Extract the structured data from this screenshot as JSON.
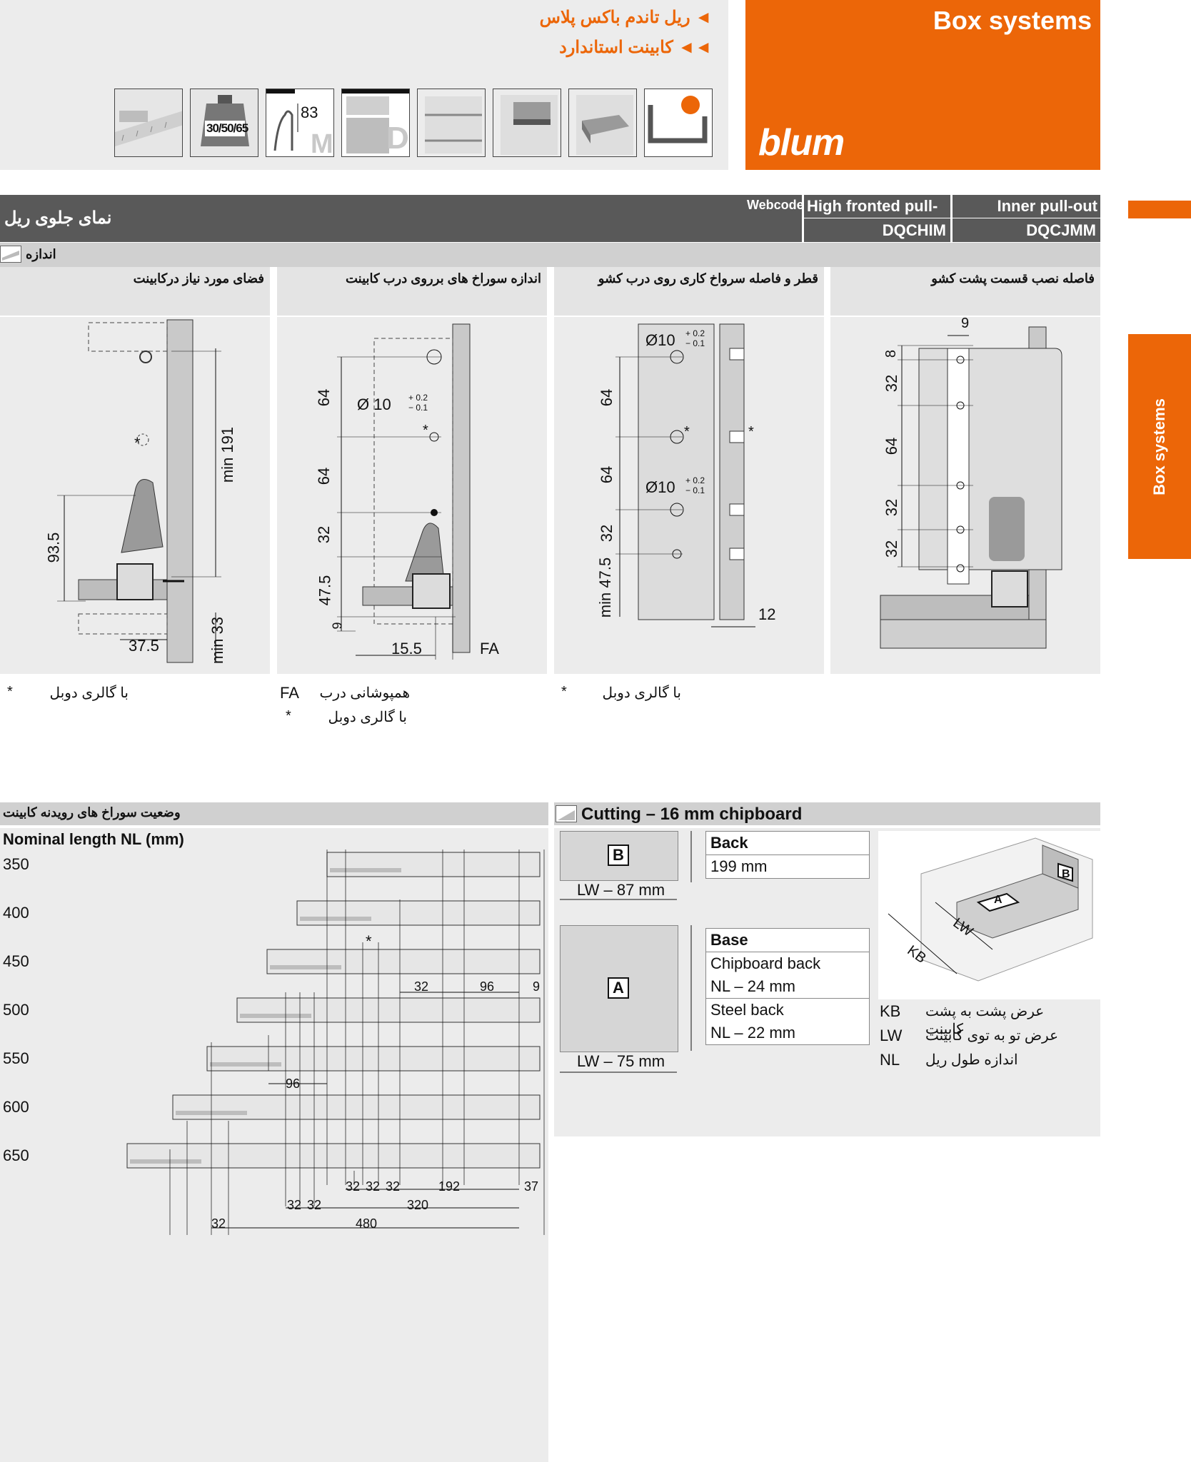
{
  "brand": {
    "title": "Box systems",
    "logo_text": "blum"
  },
  "breadcrumb": [
    {
      "marker": "◄",
      "label": "ریل تاندم باکس پلاس"
    },
    {
      "marker": "◄◄",
      "label": "کابینت استاندارد"
    }
  ],
  "icons": [
    {
      "name": "measuring-tape-icon",
      "text": ""
    },
    {
      "name": "weight-icon",
      "text": "30/50/65"
    },
    {
      "name": "height-m-icon",
      "text": "83",
      "letter": "M"
    },
    {
      "name": "height-d-icon",
      "text": "",
      "letter": "D"
    },
    {
      "name": "shelf-icon",
      "text": ""
    },
    {
      "name": "inner-drawer-icon",
      "text": ""
    },
    {
      "name": "drawer-pull-icon",
      "text": ""
    },
    {
      "name": "drawer-orange-dot-icon",
      "text": ""
    }
  ],
  "side_tab": {
    "label": "Box systems"
  },
  "header": {
    "section_title": "نمای جلوی ریل",
    "webcode_label": "Webcode",
    "col1_label": "High fronted pull-out",
    "col1_code": "DQCHIM",
    "col2_label": "Inner pull-out",
    "col2_code": "DQCJMM"
  },
  "sub_strip": {
    "label": "اندازه"
  },
  "columns": [
    {
      "title": "فضای مورد نیاز درکابینت",
      "dims": [
        "min 191",
        "93.5",
        "37.5",
        "min 33"
      ],
      "notes": [
        {
          "symbol": "*",
          "text": "با گالری دوبل"
        }
      ]
    },
    {
      "title": "اندازه سوراخ های برروی درب کابینت",
      "dims": [
        "64",
        "64",
        "32",
        "47.5",
        "9",
        "15.5",
        "FA",
        "Ø 10",
        "+ 0.2",
        "− 0.1"
      ],
      "notes": [
        {
          "symbol": "FA",
          "text": "همپوشانی درب"
        },
        {
          "symbol": "*",
          "text": "با گالری دوبل"
        }
      ]
    },
    {
      "title": "قطر و فاصله سرواخ کاری روی درب کشو",
      "dims": [
        "64",
        "64",
        "32",
        "min 47.5",
        "12",
        "Ø10",
        "Ø10",
        "+ 0.2",
        "− 0.1"
      ],
      "notes": [
        {
          "symbol": "*",
          "text": "با گالری دوبل"
        }
      ]
    },
    {
      "title": "فاصله نصب قسمت پشت کشو",
      "dims": [
        "9",
        "8",
        "32",
        "64",
        "32",
        "32"
      ],
      "notes": []
    }
  ],
  "holes": {
    "title": "وضعیت سوراخ های رویدنه کابینت",
    "subtitle": "Nominal length NL (mm)",
    "lengths": [
      "350",
      "400",
      "450",
      "500",
      "550",
      "600",
      "650"
    ],
    "dims": [
      "32",
      "96",
      "9",
      "96",
      "32",
      "32",
      "32",
      "192",
      "37",
      "32",
      "32",
      "320",
      "32",
      "480"
    ],
    "star": "*"
  },
  "cutting": {
    "title": "Cutting – 16 mm chipboard",
    "b_letter": "B",
    "b_dim": "LW – 87 mm",
    "back_title": "Back",
    "back_value": "199 mm",
    "a_letter": "A",
    "a_dim": "LW – 75 mm",
    "base_title": "Base",
    "base_rows": [
      "Chipboard back",
      "NL – 24 mm",
      "Steel back",
      "NL – 22 mm"
    ],
    "iso_labels": [
      "B",
      "A",
      "LW",
      "KB"
    ],
    "legend": [
      {
        "code": "KB",
        "text": "عرض پشت به پشت کابینت"
      },
      {
        "code": "LW",
        "text": "عرض تو به توی کابینت"
      },
      {
        "code": "NL",
        "text": "اندازه طول ریل"
      }
    ]
  },
  "colors": {
    "accent": "#ec6608",
    "dark": "#595959",
    "panel": "#ececec",
    "strip": "#d0d0d0"
  }
}
